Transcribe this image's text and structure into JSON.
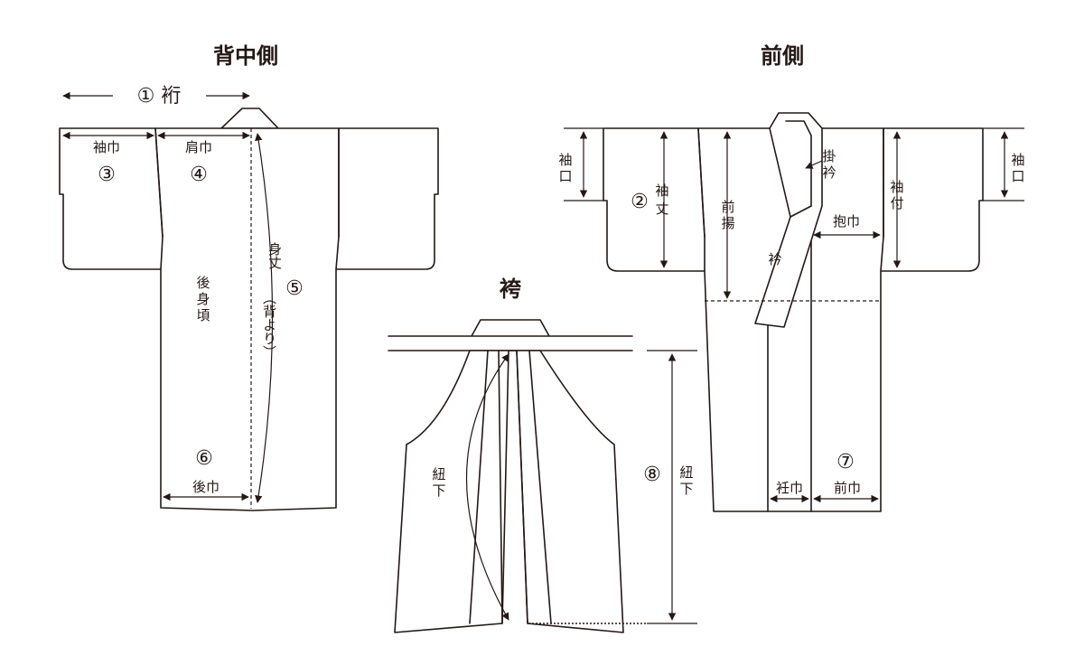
{
  "titles": {
    "back": "背中側",
    "front": "前側",
    "hakama": "袴"
  },
  "back_labels": {
    "yuki": "① 裄",
    "sodehaba": "袖巾",
    "sodehaba_num": "③",
    "katahaba": "肩巾",
    "katahaba_num": "④",
    "mitake_v1": "身丈",
    "mitake_v2": "（背より）",
    "mitake_num": "⑤",
    "ushiromigoro": [
      "後",
      "身",
      "頃"
    ],
    "ushirohaba_num": "⑥",
    "ushirohaba": "後巾"
  },
  "front_labels": {
    "sodeguchi_left": [
      "袖",
      "口"
    ],
    "sodetake_num": "②",
    "sodetake": [
      "袖",
      "丈"
    ],
    "maeage": [
      "前",
      "揚"
    ],
    "kakeeri": [
      "掛",
      "衿"
    ],
    "eri": "衿",
    "dakihaba": "抱巾",
    "sodetsuke": [
      "袖",
      "付"
    ],
    "sodeguchi_right": [
      "袖",
      "口"
    ],
    "okumihaba": "衽巾",
    "maehaba_num": "⑦",
    "maehaba": "前巾"
  },
  "hakama_labels": {
    "himoshita_left": [
      "紐",
      "下"
    ],
    "himoshita_num": "⑧",
    "himoshita_right": [
      "紐",
      "下"
    ]
  }
}
